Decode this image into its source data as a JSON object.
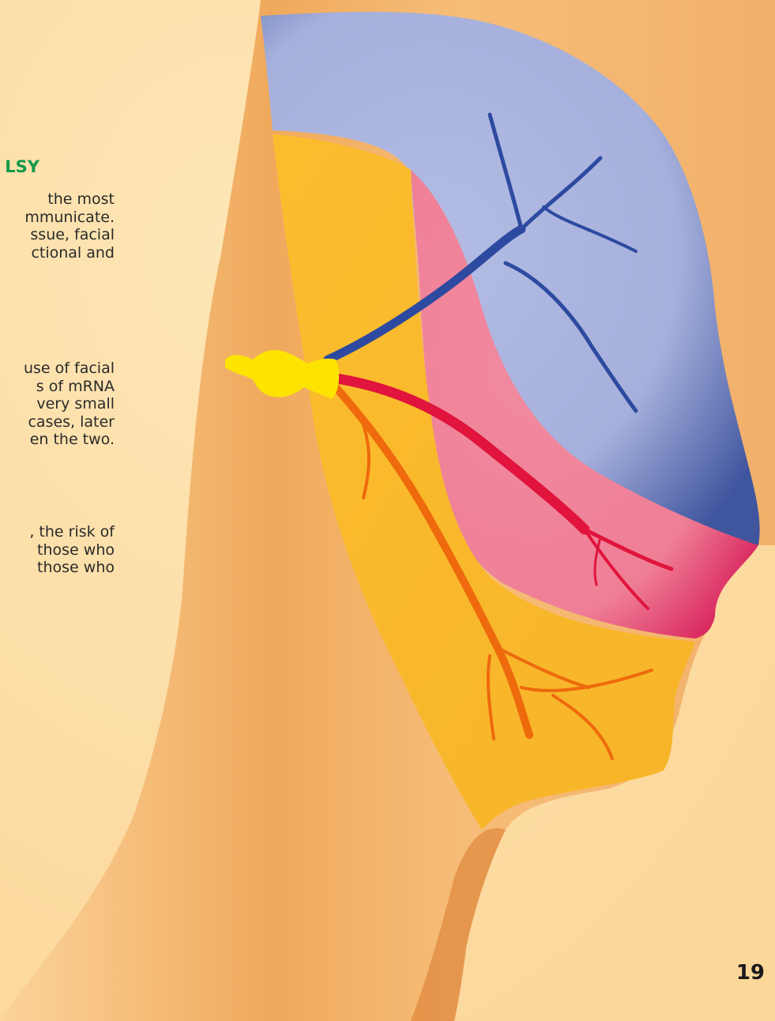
{
  "article": {
    "heading": "LSY",
    "paragraphs": [
      {
        "lines": [
          "the most",
          "mmunicate.",
          "ssue, facial",
          "ctional and"
        ]
      },
      {
        "lines": [
          "use of facial",
          "s of mRNA",
          "very small",
          "cases, later",
          "en the two."
        ]
      },
      {
        "lines": [
          ", the risk of",
          "those who",
          "those who"
        ]
      }
    ]
  },
  "page_number": "19",
  "colors": {
    "background": "#fde0a8",
    "skin": "#f3b36c",
    "upper_face_region": "#a9b4dd",
    "mid_face_region": "#ef8198",
    "lower_face_region": "#f8bb2c",
    "nerve_upper": "#2d4aa0",
    "nerve_middle": "#e0143c",
    "nerve_lower": "#ee6a0c",
    "nerve_ganglion": "#fde400",
    "heading": "#12994a"
  }
}
